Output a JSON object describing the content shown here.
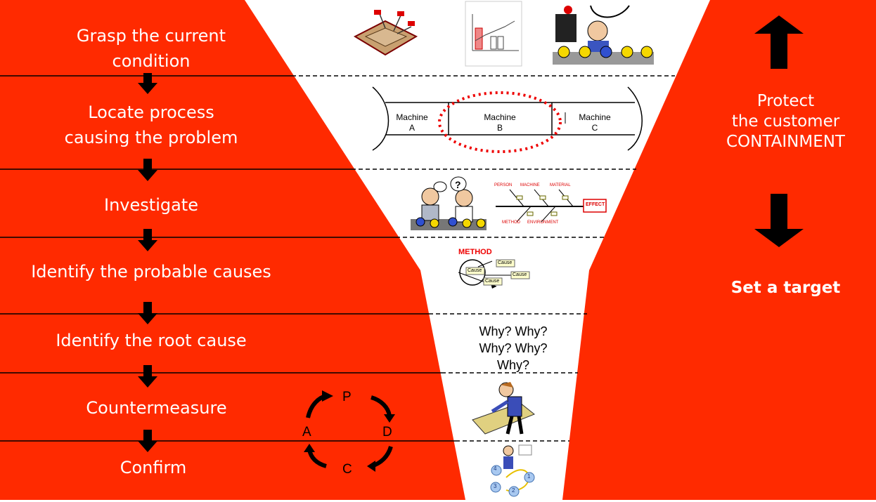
{
  "steps": [
    {
      "label": "Grasp the current\ncondition"
    },
    {
      "label": "Locate process\ncausing the problem"
    },
    {
      "label": "Investigate"
    },
    {
      "label": "Identify the probable causes"
    },
    {
      "label": "Identify the root cause"
    },
    {
      "label": "Countermeasure"
    },
    {
      "label": "Confirm"
    }
  ],
  "right_panel": {
    "containment": "Protect\nthe customer\nCONTAINMENT",
    "target": "Set a target"
  },
  "machines": [
    "Machine\nA",
    "Machine\nB",
    "Machine\nC"
  ],
  "fishbone": {
    "categories_top": [
      "PERSON",
      "MACHINE",
      "MATERIAL"
    ],
    "categories_bottom": [
      "METHOD",
      "ENVIRONMENT"
    ],
    "effect": "EFFECT"
  },
  "method_diagram": {
    "title": "METHOD",
    "causes": [
      "Cause",
      "Cause",
      "Cause",
      "Cause"
    ]
  },
  "five_whys": "Why? Why?\nWhy? Why?\nWhy?",
  "pdca": {
    "p": "P",
    "d": "D",
    "c": "C",
    "a": "A"
  },
  "pdca_steps": [
    "1",
    "2",
    "3",
    "4"
  ],
  "colors": {
    "red": "#FF2A00",
    "black": "#000000"
  }
}
